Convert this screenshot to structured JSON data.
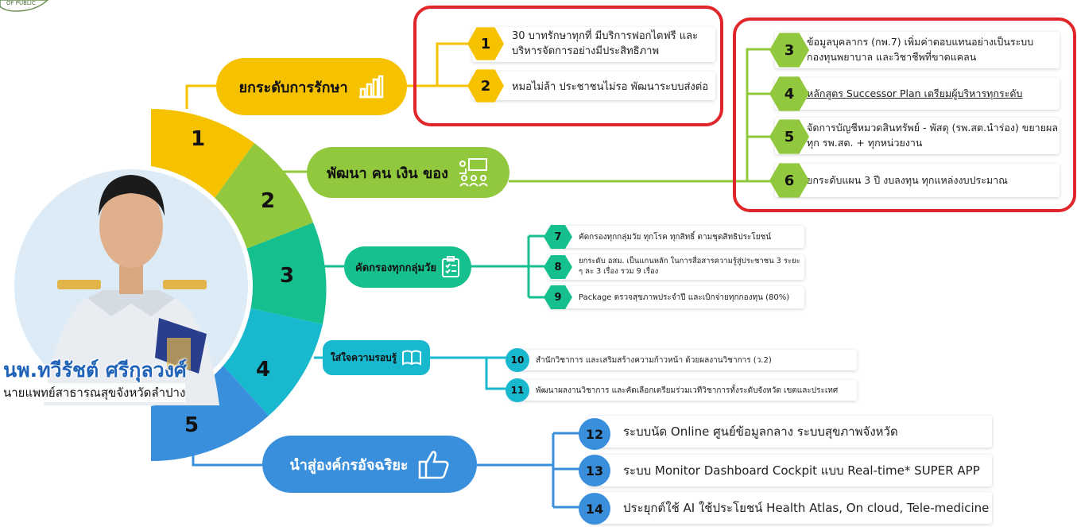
{
  "logo_text": "OF PUBLIC",
  "person": {
    "name": "นพ.ทวีรัชต์ ศรีกุลวงศ์",
    "title": "นายแพทย์สาธารณสุขจังหวัดลำปาง"
  },
  "segments": [
    {
      "num": "1",
      "color": "#f6c200"
    },
    {
      "num": "2",
      "color": "#92c83e"
    },
    {
      "num": "3",
      "color": "#16c08e"
    },
    {
      "num": "4",
      "color": "#18b8cf"
    },
    {
      "num": "5",
      "color": "#3a8fdc"
    }
  ],
  "branches": [
    {
      "label": "ยกระดับการรักษา",
      "icon": "bar-chart-icon",
      "items": [
        {
          "num": "1",
          "text": "30 บาทรักษาทุกที่ มีบริการฟอกไตฟรี และบริหารจัดการอย่างมีประสิทธิภาพ"
        },
        {
          "num": "2",
          "text": "หมอไม่ล้า ประชาชนไม่รอ พัฒนาระบบส่งต่อ"
        }
      ]
    },
    {
      "label": "พัฒนา คน เงิน ของ",
      "icon": "team-meeting-icon",
      "items": [
        {
          "num": "3",
          "text": "ข้อมูลบุคลากร (กพ.7) เพิ่มค่าตอบแทนอย่างเป็นระบบ กองทุนพยาบาล และวิชาชีพที่ขาดแคลน"
        },
        {
          "num": "4",
          "text": "หลักสูตร Successor Plan เตรียมผู้บริหารทุกระดับ"
        },
        {
          "num": "5",
          "text": "จัดการบัญชีหมวดสินทรัพย์ - พัสดุ (รพ.สต.นำร่อง) ขยายผลทุก รพ.สต. + ทุกหน่วยงาน"
        },
        {
          "num": "6",
          "text": "ยกระดับแผน 3 ปี งบลงทุน ทุกแหล่งงบประมาณ"
        }
      ]
    },
    {
      "label": "คัดกรองทุกกลุ่มวัย",
      "icon": "clipboard-icon",
      "items": [
        {
          "num": "7",
          "text": "คัดกรองทุกกลุ่มวัย ทุกโรค ทุกสิทธิ์ ตามชุดสิทธิประโยชน์"
        },
        {
          "num": "8",
          "text": "ยกระดับ อสม. เป็นแกนหลัก ในการสื่อสารความรู้สู่ประชาชน 3 ระยะ ๆ ละ 3 เรื่อง รวม 9 เรื่อง"
        },
        {
          "num": "9",
          "text": "Package ตรวจสุขภาพประจำปี และเบิกจ่ายทุกกองทุน (80%)"
        }
      ]
    },
    {
      "label": "ใส่ใจความรอบรู้",
      "icon": "book-icon",
      "items": [
        {
          "num": "10",
          "text": "สำนักวิชาการ และเสริมสร้างความก้าวหน้า ด้วยผลงานวิชาการ (ว.2)"
        },
        {
          "num": "11",
          "text": "พัฒนาผลงานวิชาการ และคัดเลือกเตรียมร่วมเวทีวิชาการทั้งระดับจังหวัด เขตและประเทศ"
        }
      ]
    },
    {
      "label": "นำสู่องค์กรอัจฉริยะ",
      "icon": "thumbs-up-icon",
      "items": [
        {
          "num": "12",
          "text": "ระบบนัด Online ศูนย์ข้อมูลกลาง ระบบสุขภาพจังหวัด"
        },
        {
          "num": "13",
          "text": "ระบบ Monitor Dashboard Cockpit แบบ Real-time* SUPER APP"
        },
        {
          "num": "14",
          "text": "ประยุกต์ใช้ AI ใช้ประโยชน์ Health Atlas, On cloud, Tele-medicine"
        }
      ]
    }
  ]
}
